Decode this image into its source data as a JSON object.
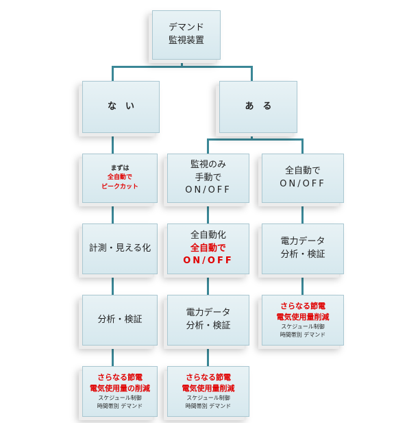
{
  "root": {
    "line1": "デマンド",
    "line2": "監視装置"
  },
  "branches": {
    "nai": "な　い",
    "aru": "あ　る"
  },
  "col1": {
    "box1": {
      "line1": "まずは",
      "line2": "全自動で",
      "line3": "ピークカット"
    },
    "box2": {
      "text": "計測・見える化"
    },
    "box3": {
      "text": "分析・検証"
    },
    "box4": {
      "line1": "さらなる節電",
      "line2": "電気使用量の削減",
      "line3": "スケジュール制御",
      "line4": "時間帯別 デマンド"
    }
  },
  "col2": {
    "box1": {
      "line1": "監視のみ",
      "line2": "手動で",
      "line3": "ON/OFF"
    },
    "box2": {
      "line1": "全自動化",
      "line2": "全自動で",
      "line3": "ON/OFF"
    },
    "box3": {
      "line1": "電力データ",
      "line2": "分析・検証"
    },
    "box4": {
      "line1": "さらなる節電",
      "line2": "電気使用量削減",
      "line3": "スケジュール制御",
      "line4": "時間帯別 デマンド"
    }
  },
  "col3": {
    "box1": {
      "line1": "全自動で",
      "line2": "ON/OFF"
    },
    "box2": {
      "line1": "電力データ",
      "line2": "分析・検証"
    },
    "box3": {
      "line1": "さらなる節電",
      "line2": "電気使用量削減",
      "line3": "スケジュール制御",
      "line4": "時間帯別 デマンド"
    }
  },
  "colors": {
    "connector": "#3a8796",
    "highlight": "#e00000",
    "box_fill": "#deedf1"
  }
}
